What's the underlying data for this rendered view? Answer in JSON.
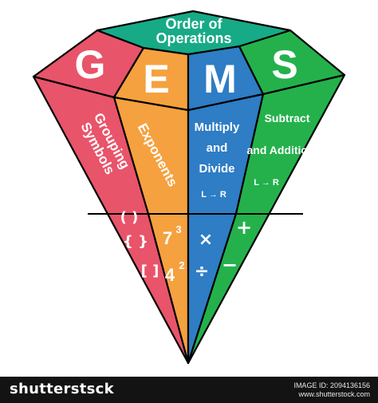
{
  "title": [
    "Order of",
    "Operations"
  ],
  "letters": [
    "G",
    "E",
    "M",
    "S"
  ],
  "facets": [
    {
      "label_lines": [
        "Grouping",
        "Symbols"
      ],
      "note": "",
      "color": "#E8546A"
    },
    {
      "label_lines": [
        "Exponents"
      ],
      "note": "",
      "color": "#F5A13F"
    },
    {
      "label_lines": [
        "Multiply",
        "and",
        "Divide"
      ],
      "note": "L → R",
      "color": "#2E7DC5"
    },
    {
      "label_lines": [
        "Subtract",
        "and Addition"
      ],
      "note": "L → R",
      "color": "#24B14B"
    }
  ],
  "top_color": "#17AA87",
  "symbols": {
    "grouping": [
      "( )",
      "{ }",
      "[ ]"
    ],
    "exponents": [
      {
        "base": "7",
        "power": "3"
      },
      {
        "base": "4",
        "power": "2"
      }
    ],
    "multiply_divide": [
      "×",
      "÷"
    ],
    "add_subtract": [
      "+",
      "−"
    ]
  },
  "footer": {
    "brand": "shutterstsck",
    "image_id_line1": "IMAGE ID: 2094136156",
    "image_id_line2": "www.shutterstock.com"
  }
}
